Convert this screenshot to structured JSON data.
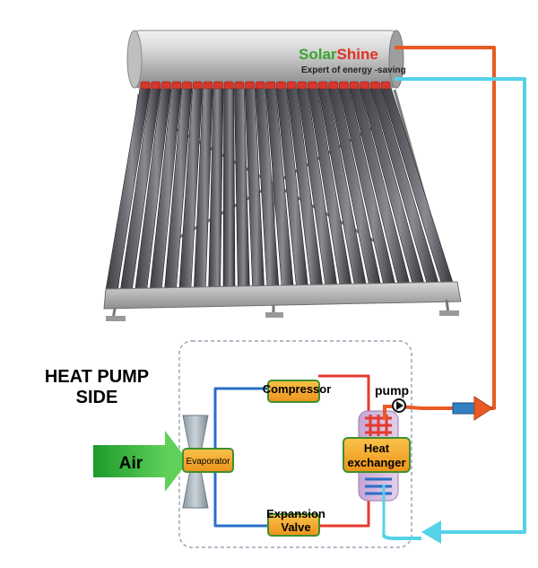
{
  "brand": {
    "name_part1": "Solar",
    "name_part2": "Shine",
    "tagline": "Expert of energy -saving"
  },
  "side_title": {
    "line1": "HEAT PUMP",
    "line2": "SIDE"
  },
  "components": {
    "compressor": "Compressor",
    "evaporator": "Evaporator",
    "heat_exchanger_line1": "Heat",
    "heat_exchanger_line2": "exchanger",
    "expansion_line1": "Expansion",
    "expansion_line2": "Valve",
    "pump": "pump",
    "air": "Air"
  },
  "colors": {
    "hot_pipe": "#e85a23",
    "cold_pipe": "#55d2e8",
    "refrigerant_hot": "#e43a2e",
    "refrigerant_cold": "#2a6ec7",
    "component_fill": "#f5a82a",
    "component_border": "#3f8f2f",
    "air_arrow": "#2fb23a"
  }
}
